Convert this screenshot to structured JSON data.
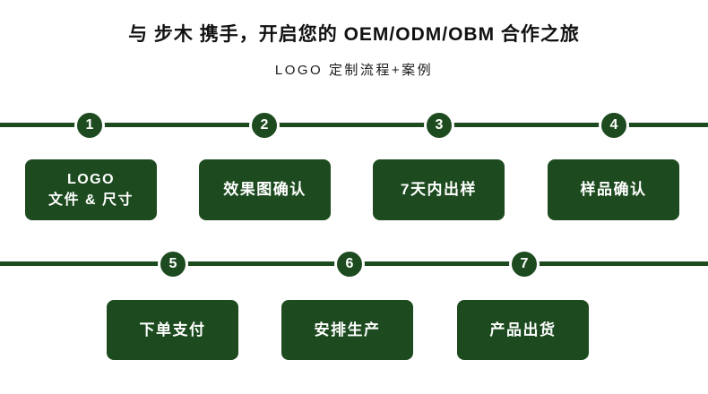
{
  "header": {
    "title": "与 步木 携手，开启您的 OEM/ODM/OBM 合作之旅",
    "subtitle": "LOGO 定制流程+案例"
  },
  "colors": {
    "green": "#1d4b1f",
    "step_text": "#ffffff",
    "title_text": "#111111",
    "background": "#ffffff"
  },
  "rows": [
    {
      "steps": [
        {
          "number": "1",
          "label": "LOGO\n文件 & 尺寸"
        },
        {
          "number": "2",
          "label": "效果图确认"
        },
        {
          "number": "3",
          "label": "7天内出样"
        },
        {
          "number": "4",
          "label": "样品确认"
        }
      ]
    },
    {
      "steps": [
        {
          "number": "5",
          "label": "下单支付"
        },
        {
          "number": "6",
          "label": "安排生产"
        },
        {
          "number": "7",
          "label": "产品出货"
        }
      ]
    }
  ]
}
